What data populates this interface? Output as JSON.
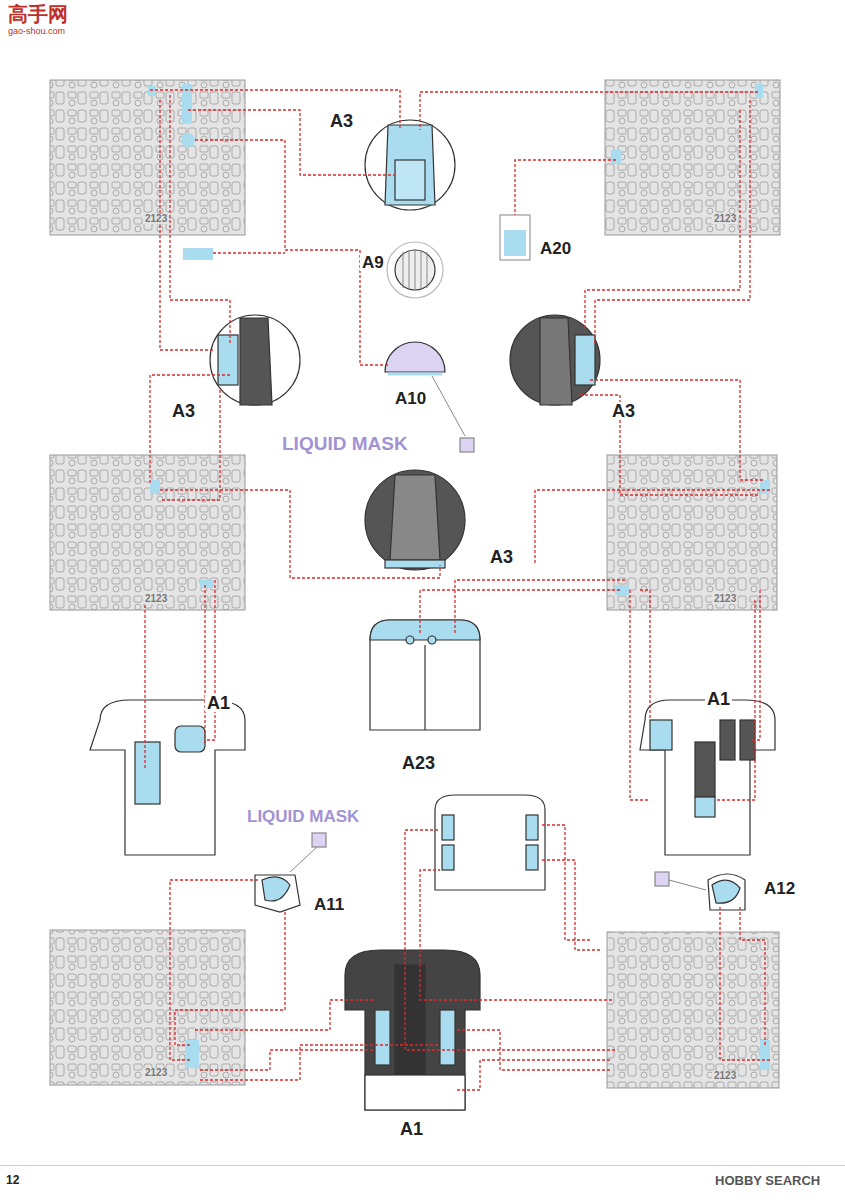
{
  "diagram": {
    "labels": [
      "高手网",
      "gao-shou.com",
      "A3",
      "A20",
      "A9",
      "A10",
      "A3",
      "A3",
      "LIQUID MASK",
      "A3",
      "A23",
      "A1",
      "A1",
      "LIQUID MASK",
      "A11",
      "A12",
      "A1",
      "2123",
      "2123",
      "2123",
      "2123",
      "2123",
      "2123",
      "12",
      "HOBBY SEARCH"
    ]
  }
}
